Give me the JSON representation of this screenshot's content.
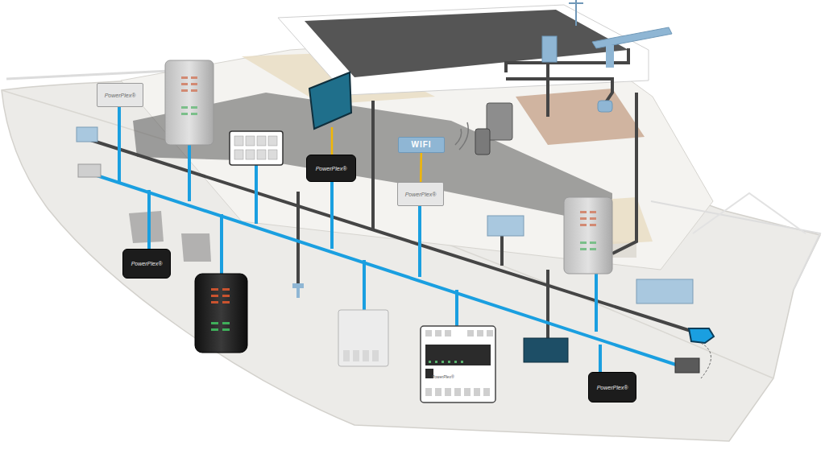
{
  "diagram": {
    "nodes": [
      {
        "text": [
          "PowerPlex®"
        ]
      },
      {
        "text": [
          "WIFI"
        ]
      },
      {
        "text": [
          "PowerPlex®"
        ]
      },
      {
        "text": [
          "PowerPlex®"
        ]
      },
      {
        "text": [
          "PowerPlex®"
        ]
      },
      {
        "text": [
          "PowerPlex®"
        ]
      },
      {
        "text": [
          "PowerPlex®"
        ]
      }
    ],
    "edges": [
      {
        "from": 1,
        "to": 3,
        "arrow": "none"
      }
    ]
  }
}
